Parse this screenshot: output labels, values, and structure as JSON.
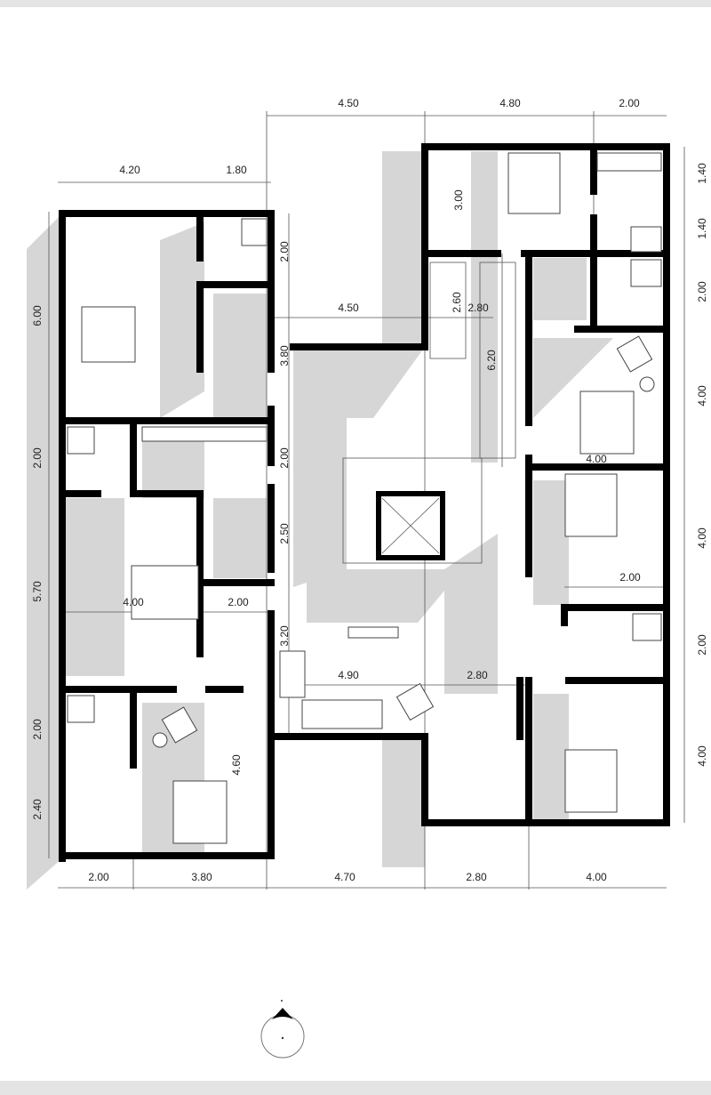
{
  "dimensions": {
    "top_outer": [
      "4.50",
      "4.80",
      "2.00"
    ],
    "top_inner": [
      "4.20",
      "1.80"
    ],
    "left": [
      "6.00",
      "2.00",
      "5.70",
      "2.00",
      "2.40"
    ],
    "right": [
      "1.40",
      "1.40",
      "2.00",
      "4.00",
      "4.00",
      "2.00",
      "4.00"
    ],
    "bottom": [
      "2.00",
      "3.80",
      "4.70",
      "2.80",
      "4.00"
    ],
    "interior": [
      "3.00",
      "4.50",
      "2.60",
      "2.80",
      "3.80",
      "6.20",
      "4.00",
      "2.00",
      "2.50",
      "4.00",
      "2.00",
      "3.20",
      "4.90",
      "2.80",
      "4.60",
      "2.00",
      "2.00"
    ]
  },
  "north_arrow": {
    "icon": "north-arrow-icon"
  },
  "colors": {
    "wall": "#000000",
    "shadow": "#d6d6d6",
    "background": "#ffffff"
  }
}
